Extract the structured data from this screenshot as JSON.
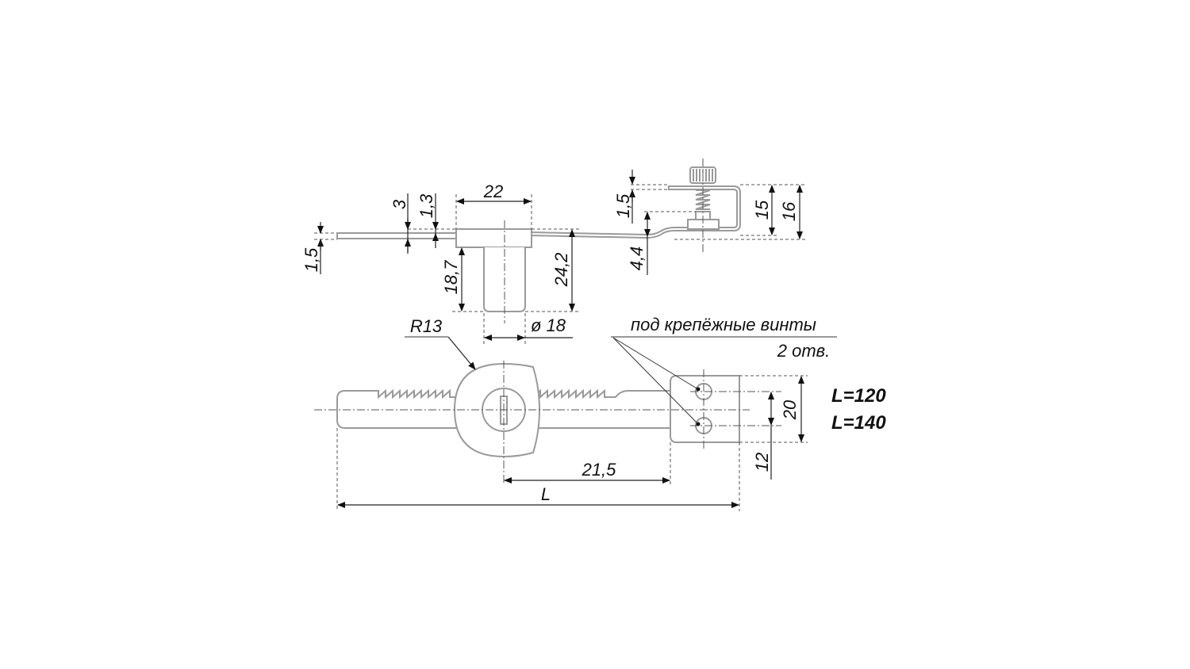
{
  "drawing": {
    "top_view_dimensions": {
      "strip_thickness": "1,5",
      "offset_3": "3",
      "offset_1_3": "1,3",
      "flange_width": "22",
      "tube_height": "18,7",
      "total_height": "24,2",
      "bracket_thickness": "1,5",
      "bend_offset": "4,4",
      "bracket_height_15": "15",
      "bracket_height_16": "16"
    },
    "plan_view_dimensions": {
      "diameter": "ø 18",
      "radius": "R13",
      "hole_spacing": "20",
      "edge_offset": "12",
      "center_to_plate": "21,5",
      "length": "L"
    },
    "notes": {
      "holes_note": "под крепёжные винты",
      "holes_count": "2 отв."
    },
    "variants": [
      "L=120",
      "L=140"
    ]
  }
}
